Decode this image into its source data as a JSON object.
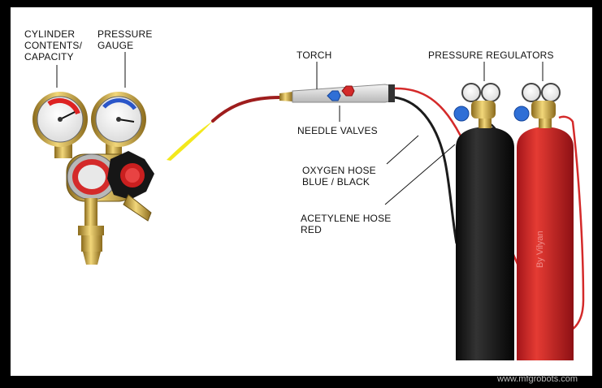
{
  "labels": {
    "cylinder_contents": [
      "CYLINDER",
      "CONTENTS/",
      "CAPACITY"
    ],
    "pressure_gauge": [
      "PRESSURE",
      "GAUGE"
    ],
    "torch": "TORCH",
    "pressure_regulators": "PRESSURE REGULATORS",
    "needle_valves": "NEEDLE VALVES",
    "oxygen_hose": [
      "OXYGEN HOSE",
      "BLUE / BLACK"
    ],
    "acetylene_hose": [
      "ACETYLENE HOSE",
      "RED"
    ]
  },
  "cylinder_text": "By Vilyan",
  "watermark": "www.mfgrobots.com",
  "colors": {
    "background": "#000000",
    "panel": "#ffffff",
    "oxygen": "#1b1b1b",
    "acetylene": "#d42a2a",
    "brass": "#c9a445",
    "flame": "#f3e81c"
  }
}
